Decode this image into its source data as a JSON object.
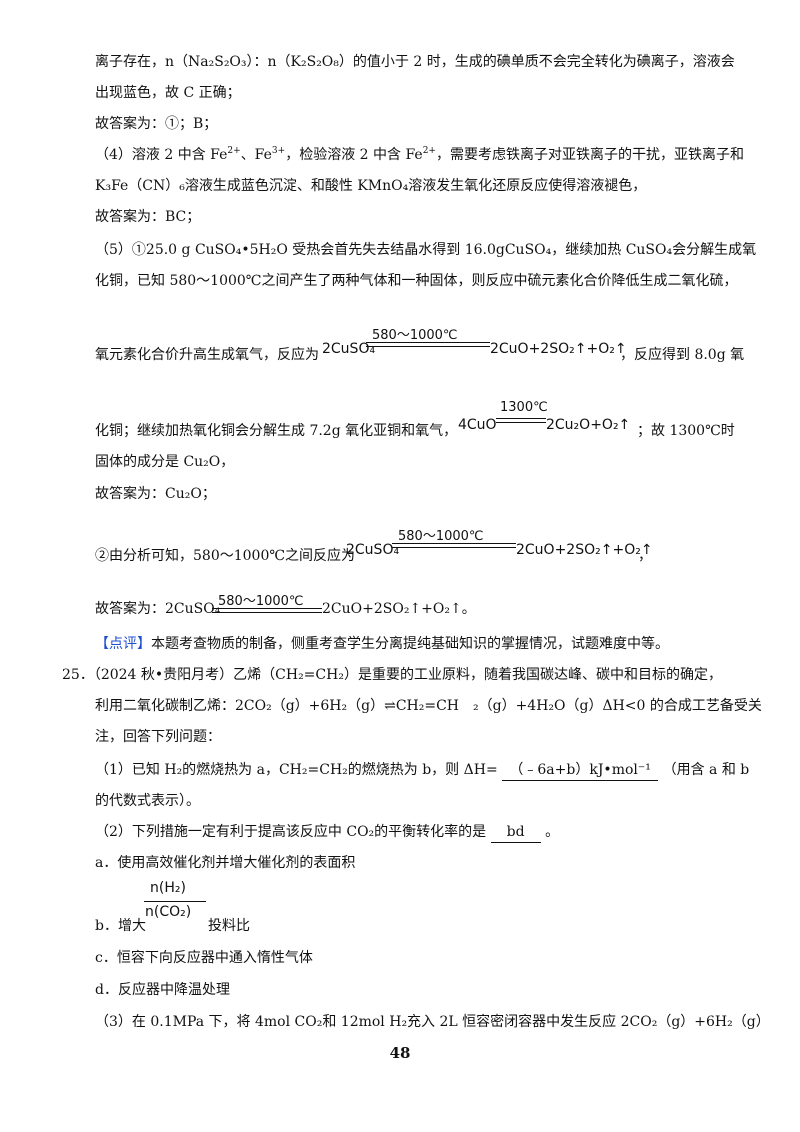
{
  "lines": {
    "l1": "离子存在，n（Na₂S₂O₃）：n（K₂S₂O₈）的值小于 2 时，生成的碘单质不会完全转化为碘离子，溶液会",
    "l2": "出现蓝色，故 C 正确；",
    "l3": "故答案为：①；B；",
    "l4a": "（4）溶液 2 中含 Fe",
    "l4b": "、Fe",
    "l4c": "，检验溶液 2 中含 Fe",
    "l4d": "，需要考虑铁离子对亚铁离子的干扰，亚铁离子和",
    "l5": "K₃Fe（CN）₆溶液生成蓝色沉淀、和酸性 KMnO₄溶液发生氧化还原反应使得溶液褪色，",
    "l6": "故答案为：BC；",
    "l7": "（5）①25.0 g CuSO₄•5H₂O 受热会首先失去结晶水得到 16.0gCuSO₄，继续加热 CuSO₄会分解生成氧",
    "l8": "化铜，已知 580～1000℃之间产生了两种气体和一种固体，则反应中硫元素化合价降低生成二氧化硫，",
    "l9a": "氧元素化合价升高生成氧气，反应为",
    "l9b": "，反应得到 8.0g 氧",
    "l10a": "化铜；继续加热氧化铜会分解生成 7.2g 氧化亚铜和氧气，",
    "l10b": "；故 1300℃时",
    "l11": "固体的成分是 Cu₂O，",
    "l12": "故答案为：Cu₂O；",
    "l13a": "②由分析可知，580～1000℃之间反应为",
    "l13b": "，",
    "l14a": "故答案为：2CuSO₄",
    "l14b": "2CuO+2SO₂↑+O₂↑。",
    "l15tag": "【点评】",
    "l15": "本题考查物质的制备，侧重考查学生分离提纯基础知识的掌握情况，试题难度中等。",
    "q25": "25．（2024 秋•贵阳月考）乙烯（CH₂=CH₂）是重要的工业原料，随着我国碳达峰、碳中和目标的确定，",
    "q25b": "利用二氧化碳制乙烯：2CO₂（g）+6H₂（g）⇌CH₂=CH　₂（g）+4H₂O（g）ΔH<0 的合成工艺备受关",
    "q25c": "注，回答下列问题：",
    "q1a": "（1）已知 H₂的燃烧热为 a，CH₂=CH₂的燃烧热为 b，则 ΔH=",
    "q1ans": "（﹣6a+b）kJ•mol⁻¹",
    "q1b": "（用含 a 和 b",
    "q1c": "的代数式表示）。",
    "q2a": "（2）下列措施一定有利于提高该反应中 CO₂的平衡转化率的是",
    "q2ans": "bd",
    "q2b": "。",
    "oa": "a．使用高效催化剂并增大催化剂的表面积",
    "ob1": "b．增大",
    "ob2": "投料比",
    "oc": "c．恒容下向反应器中通入惰性气体",
    "od": "d．反应器中降温处理",
    "q3": "（3）在 0.1MPa 下，将 4mol CO₂和 12mol H₂充入 2L 恒容密闭容器中发生反应 2CO₂（g）+6H₂（g）"
  },
  "sup": {
    "fe2": "2+",
    "fe3": "3+"
  },
  "eq1": {
    "cond": "580～1000℃",
    "left": "2CuSO₄",
    "right": "2CuO+2SO₂↑+O₂↑"
  },
  "eq2": {
    "cond": "1300℃",
    "left": "4CuO",
    "right": "2Cu₂O+O₂↑"
  },
  "eq3": {
    "cond": "580～1000℃",
    "left": "2CuSO₄",
    "right": "2CuO+2SO₂↑+O₂↑"
  },
  "eq4": {
    "cond": "580～1000℃"
  },
  "frac": {
    "num": "n(H₂)",
    "den": "n(CO₂)"
  },
  "page_number": "48",
  "colors": {
    "accent": "#1f4fd1"
  }
}
